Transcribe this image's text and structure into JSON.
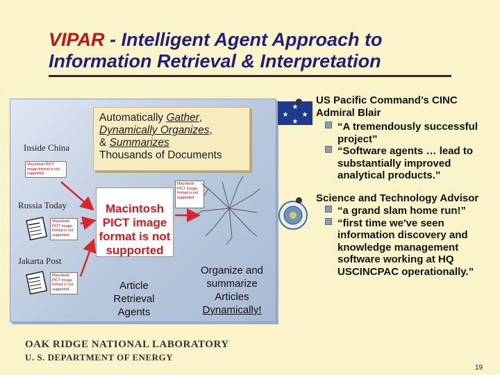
{
  "header": {
    "title_red": "VIPAR",
    "title_rest": " - Intelligent Agent Approach to",
    "title_line2": "Information Retrieval & Interpretation"
  },
  "diagram": {
    "callout_line1_prefix": "Automatically ",
    "callout_word1": "Gather",
    "callout_line1_suffix": ",",
    "callout_word2": "Dynamically Organizes",
    "callout_line2_suffix": ",",
    "callout_line3_prefix": "& ",
    "callout_word3": "Summarizes",
    "callout_line4": "Thousands of Documents",
    "sources": [
      "Inside China",
      "Russia Today",
      "Jakarta Post"
    ],
    "pict_small_text": "Macintosh PICT image format is not supported",
    "pict_big_text": "Macintosh PICT image format is not supported",
    "agent_label": "Article Retrieval Agents",
    "organize_label_line": "Organize and summarize Articles",
    "organize_label_u": "Dynamically!"
  },
  "quotes": {
    "cinc_title_1": "US Pacific Command’s CINC",
    "cinc_title_2": "Admiral Blair",
    "cinc_q1_a": "“A tremendously successful",
    "cinc_q1_b": "project”",
    "cinc_q2_a": "“Software agents … lead to",
    "cinc_q2_b": "substantially improved",
    "cinc_q2_c": "analytical products.”",
    "advisor_title": "Science and Technology Advisor",
    "advisor_q1": "“a grand slam home run!”",
    "advisor_q2_a": "“first time we've seen",
    "advisor_q2_b": "information discovery and",
    "advisor_q2_c": "knowledge management",
    "advisor_q2_d": "software working at HQ",
    "advisor_q2_e": "USCINCPAC operationally.”"
  },
  "footer": {
    "line1": "OAK RIDGE NATIONAL LABORATORY",
    "line2": "U. S. DEPARTMENT OF ENERGY",
    "page": "19"
  },
  "colors": {
    "background": "#fbf3c9",
    "title_blue": "#1f1f7a",
    "title_red": "#c0121c",
    "panel": "#b9c8dc"
  }
}
